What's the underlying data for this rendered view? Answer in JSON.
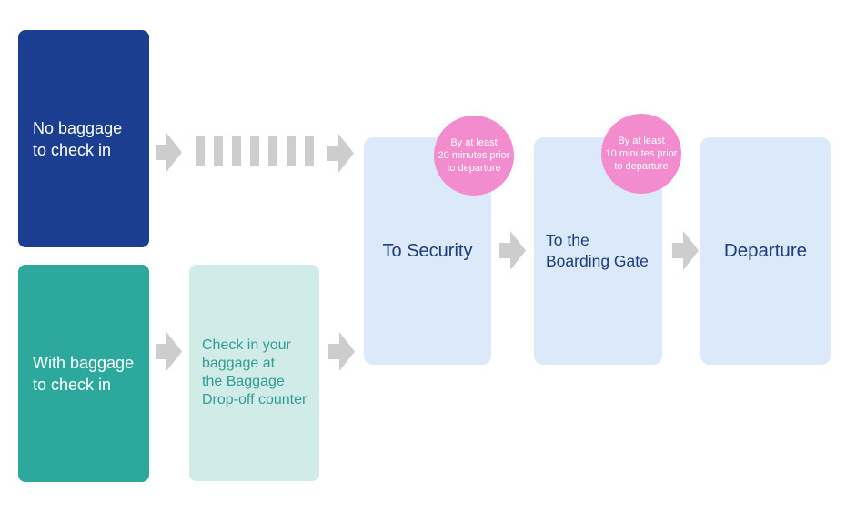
{
  "diagram": {
    "nodes": {
      "no_baggage": {
        "label": "No baggage\nto check in"
      },
      "with_baggage": {
        "label": "With baggage\nto check in"
      },
      "dropoff": {
        "label": "Check in your\nbaggage at\nthe Baggage\nDrop-off counter"
      },
      "security": {
        "label": "To Security"
      },
      "boarding": {
        "label": "To the\nBoarding Gate"
      },
      "departure": {
        "label": "Departure"
      }
    },
    "badges": {
      "security_deadline": {
        "label": "By at least\n20 minutes prior\nto departure"
      },
      "boarding_deadline": {
        "label": "By at least\n10 minutes prior\nto departure"
      }
    }
  },
  "colors": {
    "navy": "#1c3e90",
    "teal": "#2ca89d",
    "mint": "#d0ebe8",
    "lightblue": "#dce9fb",
    "pink": "#f28ccf",
    "arrow": "#cdcdcd",
    "navy-text": "#1c3c80",
    "teal-text": "#2f9d94",
    "white-text": "#ffffff",
    "background": "#ffffff"
  }
}
